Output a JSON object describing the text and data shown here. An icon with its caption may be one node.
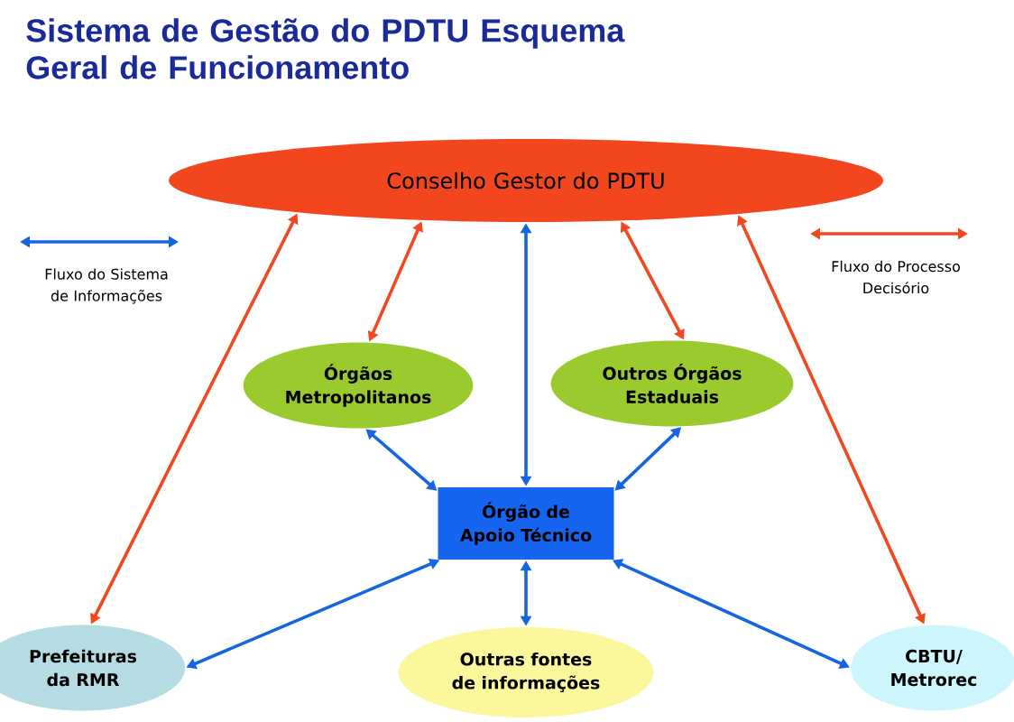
{
  "diagram": {
    "title": "Sistema de Gestão do PDTU Esquema Geral de Funcionamento",
    "nodes": [
      {
        "text": [
          "Conselho Gestor do PDTU"
        ]
      },
      {
        "text": [
          "Órgãos Metropolitanos"
        ]
      },
      {
        "text": [
          "Outros Órgãos Estaduais"
        ]
      },
      {
        "text": [
          "Órgão de Apoio Técnico"
        ]
      },
      {
        "text": [
          "Prefeituras da RMR"
        ]
      },
      {
        "text": [
          "Outras fontes de informações"
        ]
      },
      {
        "text": [
          "CBTU/ Metrorec"
        ]
      }
    ],
    "edges": [
      {
        "from": 0,
        "to": 4,
        "arrow": "both",
        "color": "#f04820"
      },
      {
        "from": 0,
        "to": 1,
        "arrow": "both",
        "color": "#f04820"
      },
      {
        "from": 0,
        "to": 3,
        "arrow": "both"
      },
      {
        "from": 0,
        "to": 2,
        "arrow": "both",
        "color": "#f04820"
      },
      {
        "from": 0,
        "to": 6,
        "arrow": "both",
        "color": "#f04820"
      },
      {
        "from": 1,
        "to": 3,
        "arrow": "both"
      },
      {
        "from": 2,
        "to": 3,
        "arrow": "both"
      },
      {
        "from": 3,
        "to": 4,
        "arrow": "both"
      },
      {
        "from": 3,
        "to": 5,
        "arrow": "both"
      },
      {
        "from": 3,
        "to": 6,
        "arrow": "both"
      }
    ],
    "legend": [
      {
        "text": "Fluxo do Sistema de Informações"
      },
      {
        "text": "Fluxo do Processo Decisório"
      }
    ]
  }
}
